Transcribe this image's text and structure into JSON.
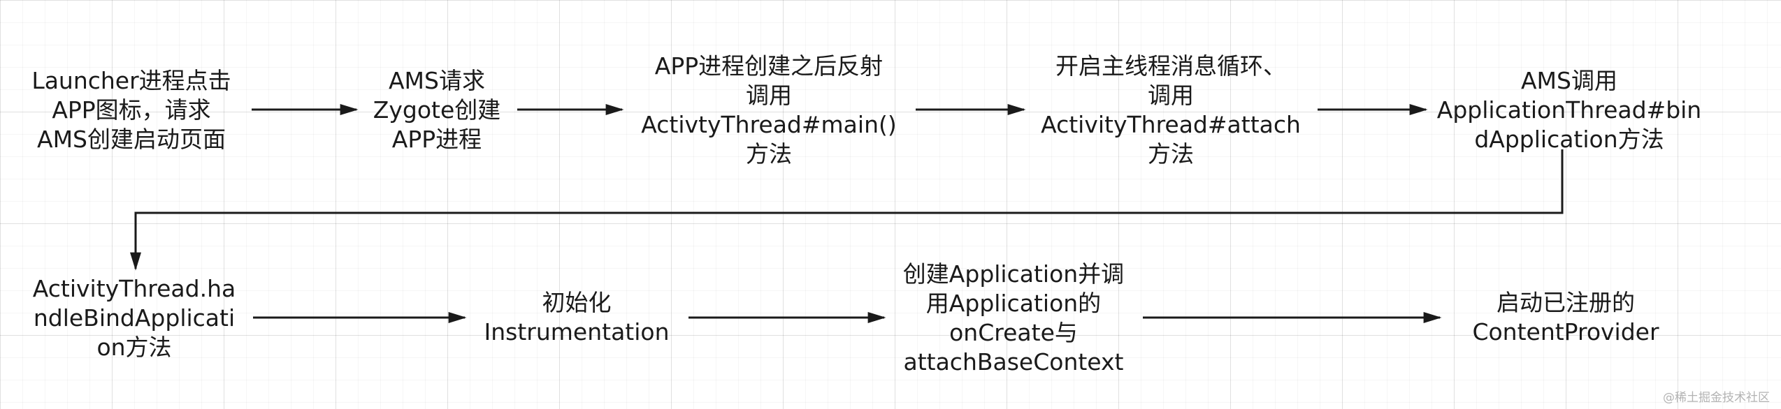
{
  "diagram": {
    "nodes": [
      {
        "id": "n1",
        "label": "Launcher进程点击\nAPP图标，请求\nAMS创建启动页面"
      },
      {
        "id": "n2",
        "label": "AMS请求\nZygote创建\nAPP进程"
      },
      {
        "id": "n3",
        "label": "APP进程创建之后反射\n调用\nActivtyThread#main()\n方法"
      },
      {
        "id": "n4",
        "label": "开启主线程消息循环、\n调用\nActivityThread#attach\n方法"
      },
      {
        "id": "n5",
        "label": "AMS调用\nApplicationThread#bin\ndApplication方法"
      },
      {
        "id": "n6",
        "label": "ActivityThread.ha\nndleBindApplicati\non方法"
      },
      {
        "id": "n7",
        "label": "初始化\nInstrumentation"
      },
      {
        "id": "n8",
        "label": "创建Application并调\n用Application的\nonCreate与\nattachBaseContext"
      },
      {
        "id": "n9",
        "label": "启动已注册的\nContentProvider"
      }
    ],
    "edges": [
      {
        "from": "n1",
        "to": "n2"
      },
      {
        "from": "n2",
        "to": "n3"
      },
      {
        "from": "n3",
        "to": "n4"
      },
      {
        "from": "n4",
        "to": "n5"
      },
      {
        "from": "n5",
        "to": "n6"
      },
      {
        "from": "n6",
        "to": "n7"
      },
      {
        "from": "n7",
        "to": "n8"
      },
      {
        "from": "n8",
        "to": "n9"
      }
    ]
  },
  "watermark": "@稀土掘金技术社区",
  "colors": {
    "text": "#1a1a1a",
    "arrow": "#1a1a1a",
    "watermark": "#b3b3b3"
  }
}
